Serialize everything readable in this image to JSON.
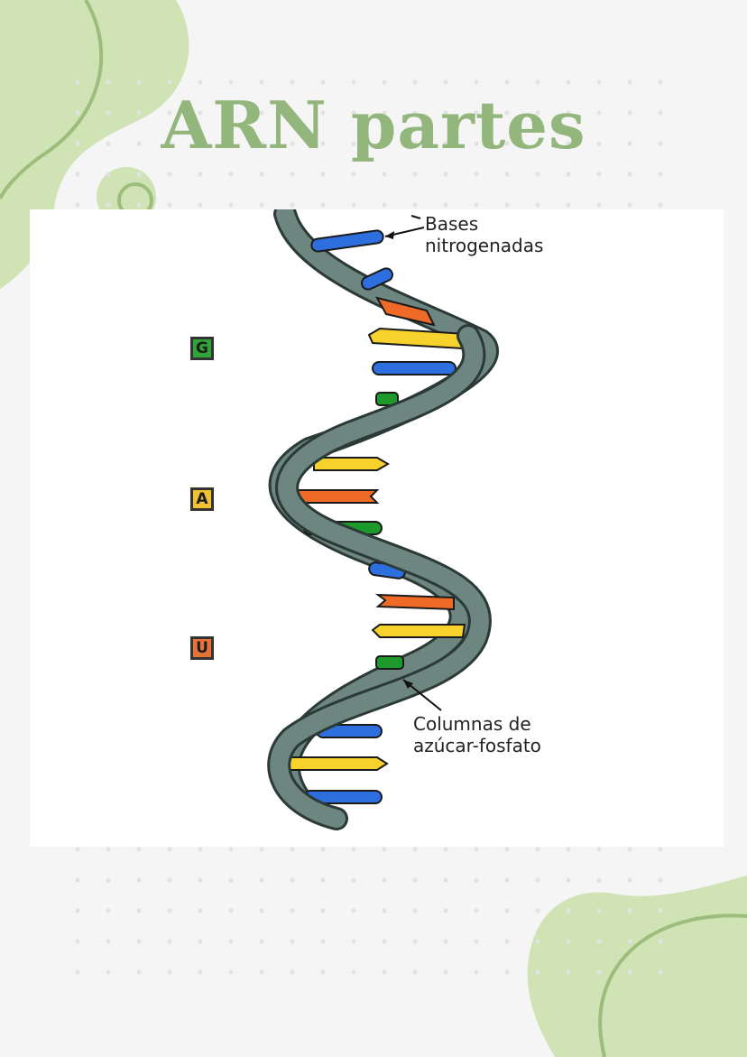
{
  "page": {
    "title": "ARN partes",
    "accent_color": "#93b67c",
    "blob_color": "#cfe3b4"
  },
  "diagram": {
    "legend": [
      {
        "letter": "G",
        "color": "#2fa437"
      },
      {
        "letter": "A",
        "color": "#f2c231"
      },
      {
        "letter": "U",
        "color": "#e4733a"
      }
    ],
    "labels": {
      "bases": [
        "Bases",
        "nitrogenadas"
      ],
      "backbone": [
        "Columnas de",
        "azúcar-fosfato"
      ]
    },
    "base_colors": {
      "blue": "#2e6fe0",
      "orange": "#ee6a26",
      "yellow": "#f7d12c",
      "green": "#1e9a2c"
    },
    "backbone_color": "#6e8680"
  }
}
